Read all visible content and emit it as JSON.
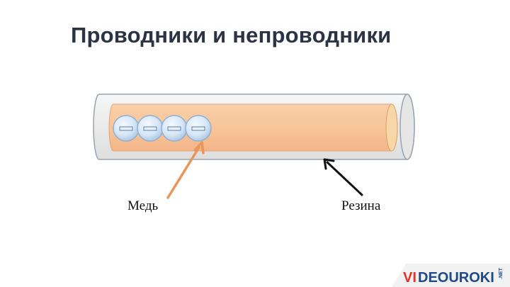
{
  "title": "Проводники и непроводники",
  "labels": {
    "copper": "Медь",
    "rubber": "Резина"
  },
  "electrons": {
    "count": 4,
    "sign": "−"
  },
  "logo": {
    "text": "VIDEOUROKI",
    "suffix": ".NET"
  },
  "colors": {
    "title": "#2b3344",
    "rubber_tube": "#eeeeee",
    "copper_core": "#f8c59a",
    "copper_arrow": "#e9955c",
    "electron": "#d3e4f5",
    "logo_red": "#e4322b",
    "logo_blue": "#1e4a8a"
  }
}
